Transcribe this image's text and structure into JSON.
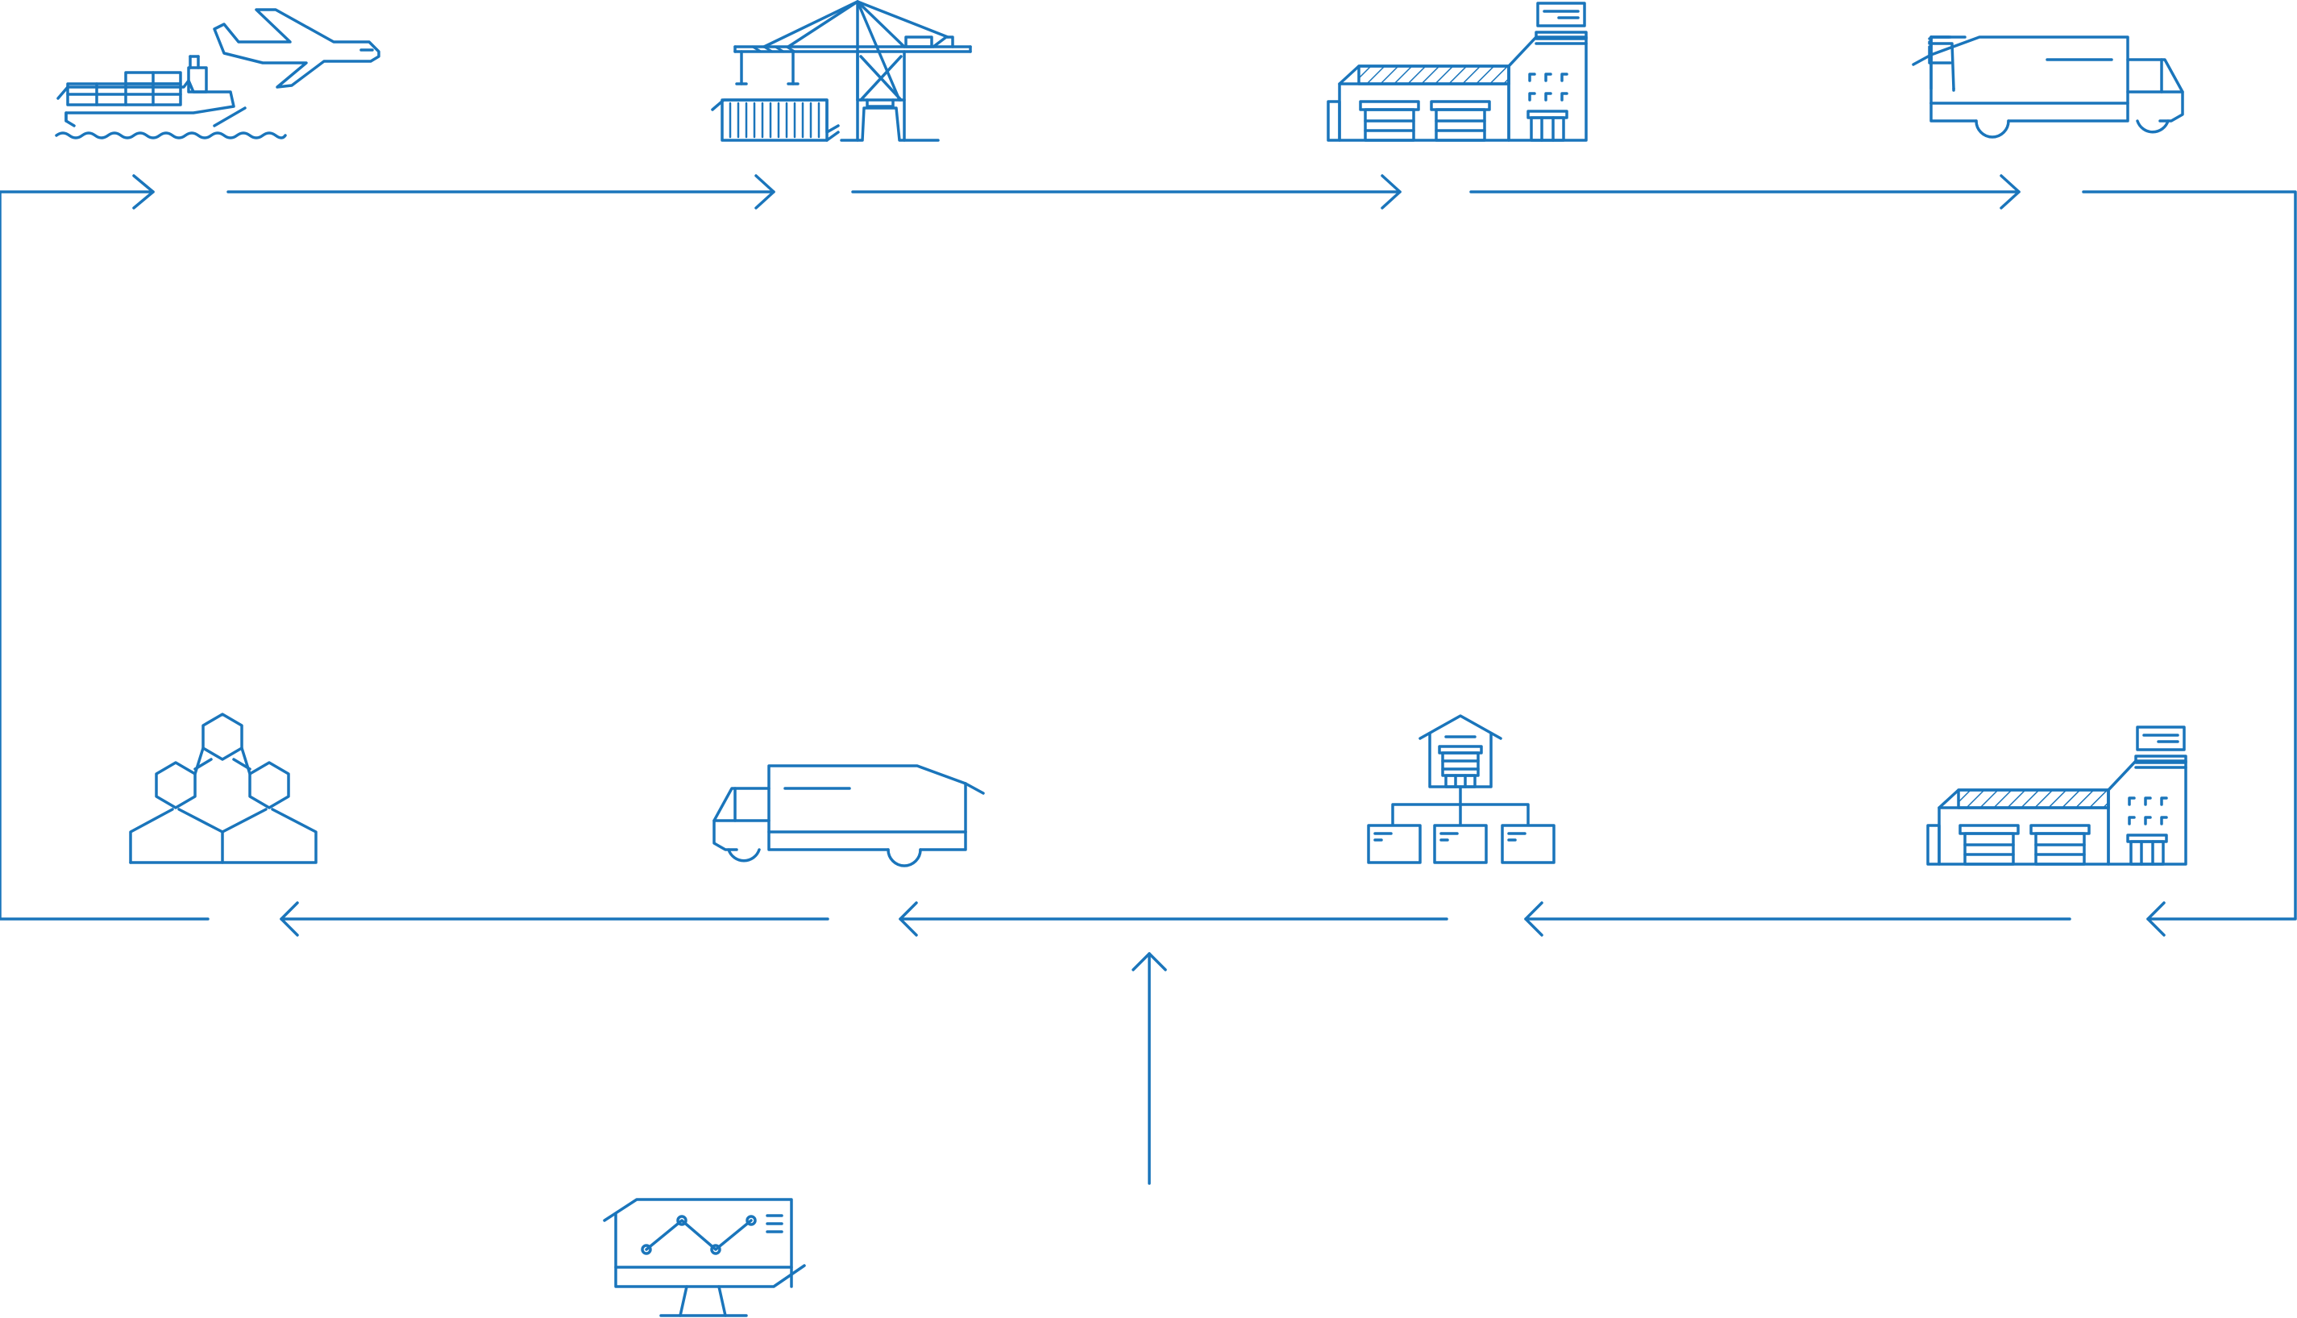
{
  "diagram": {
    "stroke_color": "#1a75bb",
    "background": "#ffffff",
    "nodes": [
      {
        "id": "origin-transport",
        "icon": "ship-and-plane-icon"
      },
      {
        "id": "port-terminal",
        "icon": "port-crane-container-icon"
      },
      {
        "id": "inbound-warehouse",
        "icon": "warehouse-icon"
      },
      {
        "id": "linehaul",
        "icon": "delivery-truck-icon"
      },
      {
        "id": "regional-warehouse",
        "icon": "warehouse-icon"
      },
      {
        "id": "distribution-hub",
        "icon": "distribution-network-icon"
      },
      {
        "id": "last-mile",
        "icon": "delivery-truck-icon"
      },
      {
        "id": "customers",
        "icon": "customer-network-icon"
      },
      {
        "id": "analytics",
        "icon": "analytics-monitor-icon"
      }
    ],
    "flows": [
      {
        "from": "customers",
        "to": "origin-transport"
      },
      {
        "from": "origin-transport",
        "to": "port-terminal"
      },
      {
        "from": "port-terminal",
        "to": "inbound-warehouse"
      },
      {
        "from": "inbound-warehouse",
        "to": "linehaul"
      },
      {
        "from": "linehaul",
        "to": "regional-warehouse"
      },
      {
        "from": "regional-warehouse",
        "to": "distribution-hub"
      },
      {
        "from": "distribution-hub",
        "to": "last-mile"
      },
      {
        "from": "last-mile",
        "to": "customers"
      },
      {
        "from": "analytics",
        "to": "last-mile"
      }
    ]
  }
}
